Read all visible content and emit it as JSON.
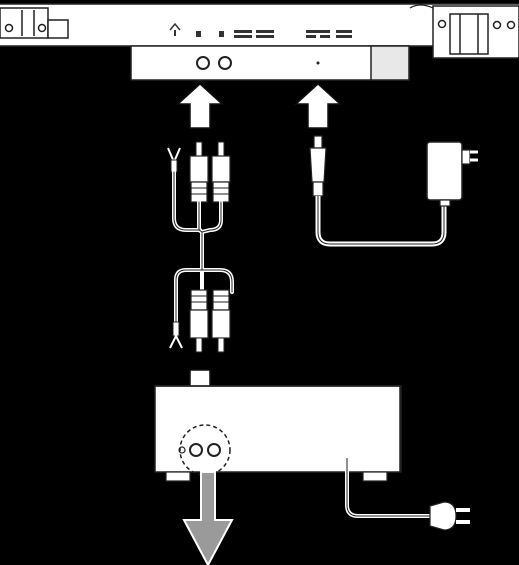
{
  "diagram": {
    "colors": {
      "background": "#000000",
      "line": "#ffffff",
      "arrow_fill": "#ffffff",
      "arrow_outline": "#1a1a1a",
      "output_arrow": "#9a9a9a"
    },
    "components": [
      {
        "id": "turntable-back-panel",
        "icon": "device-rear-panel-icon"
      },
      {
        "id": "phono-and-ground-jacks",
        "icon": "rca-jack-icon"
      },
      {
        "id": "dc-power-input",
        "icon": "dc-jack-icon"
      },
      {
        "id": "ac-adapter",
        "icon": "ac-adapter-icon"
      },
      {
        "id": "rca-cable-with-ground-wire",
        "icon": "rca-cable-icon"
      },
      {
        "id": "amplifier",
        "icon": "amplifier-icon"
      },
      {
        "id": "amplifier-phono-input",
        "icon": "rca-jack-icon"
      },
      {
        "id": "amplifier-power-plug",
        "icon": "power-plug-icon"
      }
    ]
  }
}
